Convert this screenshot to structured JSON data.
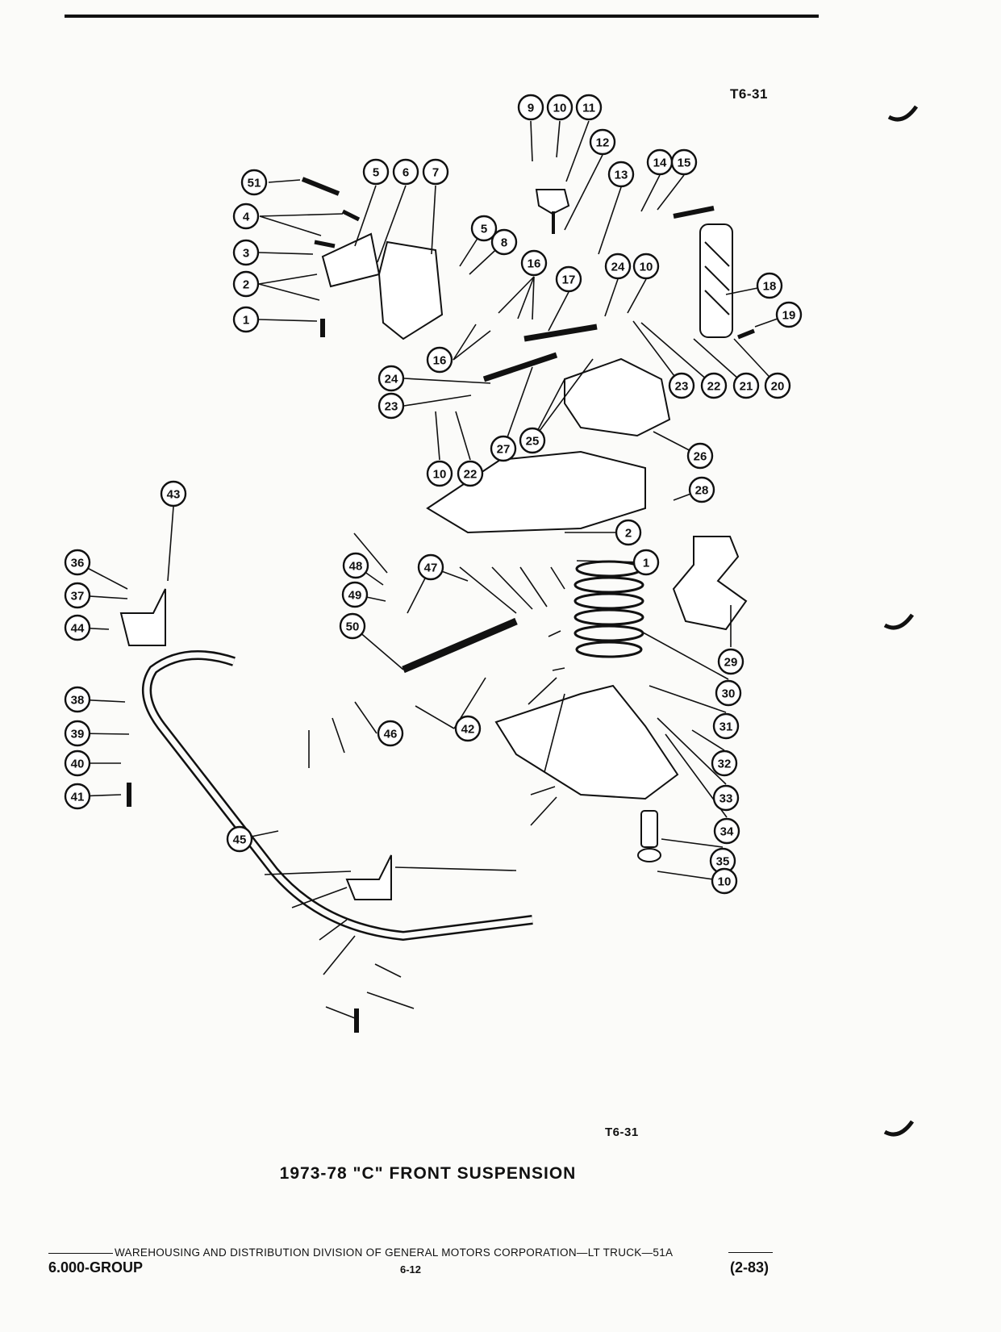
{
  "figure_id_top": "T6-31",
  "figure_id_bottom": "T6-31",
  "caption": "1973-78 \"C\" FRONT SUSPENSION",
  "footer_text": "WAREHOUSING AND DISTRIBUTION  DIVISION OF GENERAL MOTORS CORPORATION—LT TRUCK—51A",
  "group": "6.000-GROUP",
  "page_number": "6-12",
  "revision": "(2-83)",
  "callouts": [
    "51",
    "4",
    "3",
    "2",
    "1",
    "5",
    "6",
    "7",
    "5",
    "8",
    "9",
    "10",
    "11",
    "12",
    "13",
    "14",
    "15",
    "16",
    "17",
    "18",
    "19",
    "20",
    "21",
    "22",
    "23",
    "24",
    "10",
    "16",
    "24",
    "23",
    "10",
    "22",
    "27",
    "25",
    "26",
    "28",
    "2",
    "1",
    "29",
    "30",
    "31",
    "32",
    "33",
    "34",
    "35",
    "10",
    "36",
    "37",
    "38",
    "39",
    "40",
    "41",
    "42",
    "43",
    "44",
    "45",
    "46",
    "47",
    "48",
    "49",
    "50"
  ]
}
